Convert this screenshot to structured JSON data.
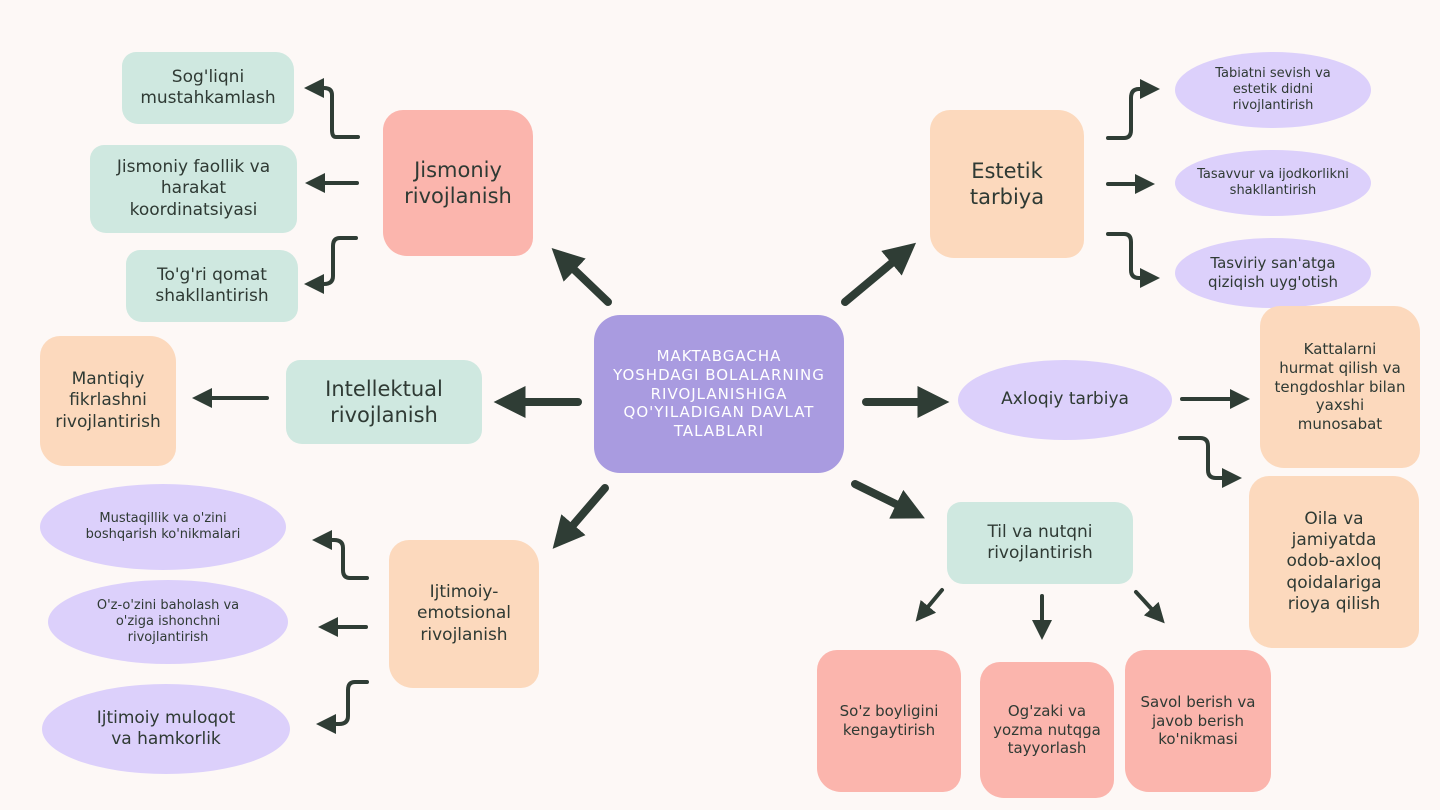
{
  "center": {
    "title": "MAKTABGACHA\nYOSHDAGI BOLALARNING\nRIVOJLANISHIGA\nQO'YILADIGAN  DAVLAT\nTALABLARI"
  },
  "branches": {
    "jismoniy": {
      "label": "Jismoniy\nrivojlanish",
      "items": [
        "Sog'liqni\nmustahkamlash",
        "Jismoniy faollik va\nharakat\nkoordinatsiyasi",
        "To'g'ri qomat\nshakllantirish"
      ]
    },
    "intellektual": {
      "label": "Intellektual\nrivojlanish",
      "items": [
        "Mantiqiy\nfikrlashni\nrivojlantirish"
      ]
    },
    "ijtimoiy": {
      "label": "Ijtimoiy-\nemotsional\nrivojlanish",
      "items": [
        "Mustaqillik va o'zini\nboshqarish ko'nikmalari",
        "O'z-o'zini baholash va\no'ziga ishonchni\nrivojlantirish",
        "Ijtimoiy muloqot\nva hamkorlik"
      ]
    },
    "estetik": {
      "label": "Estetik\ntarbiya",
      "items": [
        "Tabiatni sevish va\nestetik didni\nrivojlantirish",
        "Tasavvur va ijodkorlikni\nshakllantirish",
        "Tasviriy san'atga\nqiziqish uyg'otish"
      ]
    },
    "axloqiy": {
      "label": "Axloqiy tarbiya",
      "items": [
        "Kattalarni\nhurmat qilish va\ntengdoshlar bilan\nyaxshi\nmunosabat",
        "Oila va\njamiyatda\nodob-axloq\nqoidalariga\nrioya qilish"
      ]
    },
    "til": {
      "label": "Til va nutqni\nrivojlantirish",
      "items": [
        "So'z boyligini\nkengaytirish",
        "Og'zaki va\nyozma nutqga\ntayyorlash",
        "Savol berish va\njavob berish\nko'nikmasi"
      ]
    }
  },
  "colors": {
    "arrow": "#2f3d35",
    "center": "#a99be0",
    "green": "#cfe8e0",
    "pink": "#fbb5ad",
    "peach": "#fcd9bd",
    "violet": "#dcd0fb"
  }
}
